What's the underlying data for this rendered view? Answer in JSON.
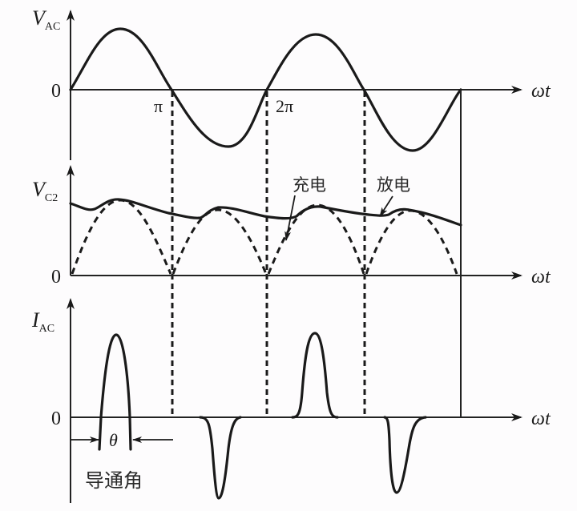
{
  "diagram": {
    "panels": [
      {
        "id": "vac",
        "y_label_main": "V",
        "y_label_sub": "AC",
        "zero_label": "0",
        "x_label": "ωt",
        "tick_labels": [
          "π",
          "2π"
        ]
      },
      {
        "id": "vc2",
        "y_label_main": "V",
        "y_label_sub": "C2",
        "zero_label": "0",
        "x_label": "ωt",
        "annotations": [
          "充电",
          "放电"
        ]
      },
      {
        "id": "iac",
        "y_label_main": "I",
        "y_label_sub": "AC",
        "zero_label": "0",
        "x_label": "ωt",
        "conduction_angle_symbol": "θ",
        "conduction_angle_label": "导通角"
      }
    ],
    "colors": {
      "line": "#1a1a1a",
      "background": "#fdfcfd"
    }
  }
}
